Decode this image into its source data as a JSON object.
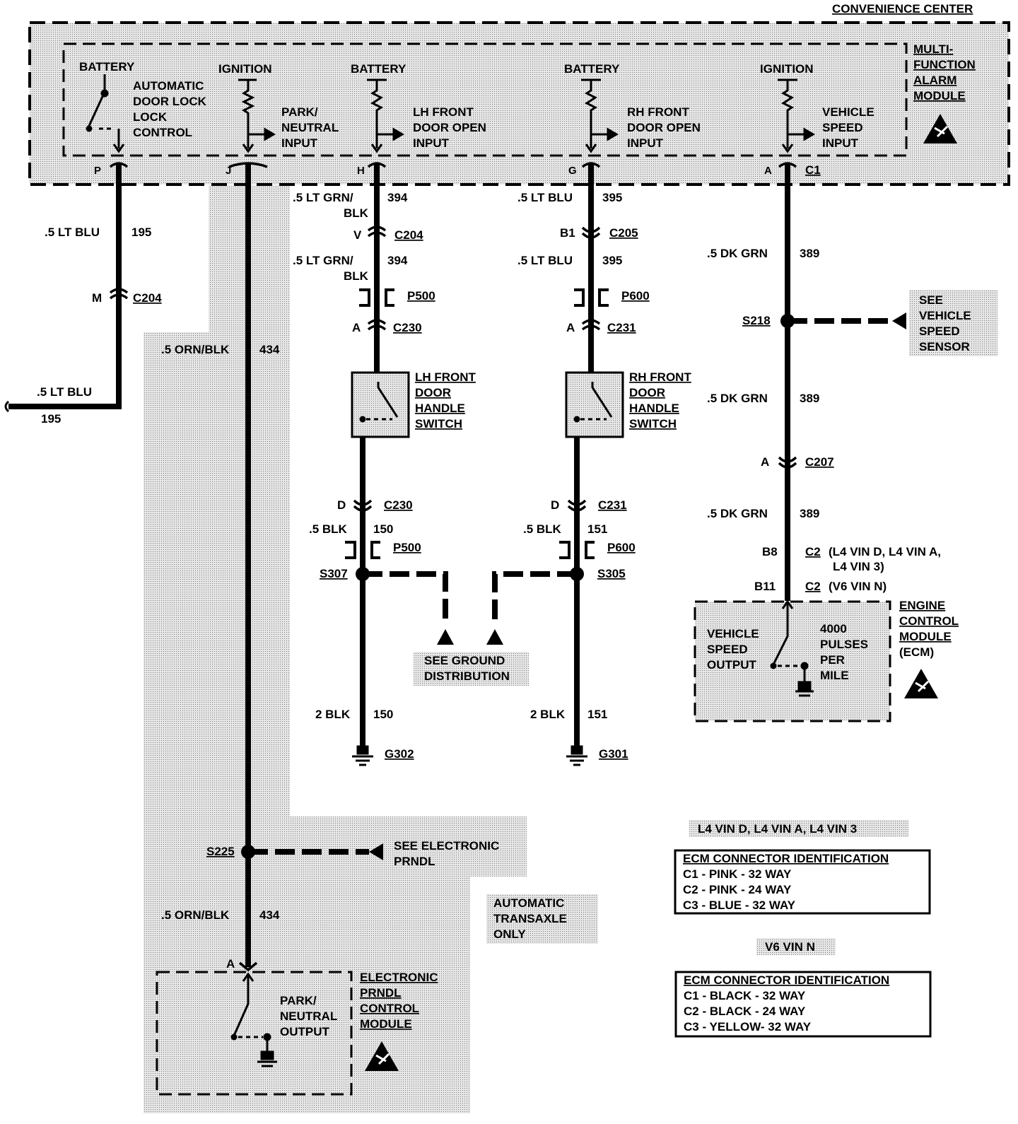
{
  "title": "CONVENIENCE CENTER",
  "mfam": {
    "name_lines": [
      "MULTI-",
      "FUNCTION",
      "ALARM",
      "MODULE"
    ],
    "battery": "BATTERY",
    "lock_lines": [
      "AUTOMATIC",
      "DOOR LOCK",
      "LOCK",
      "CONTROL"
    ],
    "ignition": "IGNITION",
    "park_lines": [
      "PARK/",
      "NEUTRAL",
      "INPUT"
    ],
    "battery_lh": "BATTERY",
    "lh_lines": [
      "LH FRONT",
      "DOOR OPEN",
      "INPUT"
    ],
    "battery_rh": "BATTERY",
    "rh_lines": [
      "RH FRONT",
      "DOOR OPEN",
      "INPUT"
    ],
    "ignition_vs": "IGNITION",
    "vs_lines": [
      "VEHICLE",
      "SPEED",
      "INPUT"
    ],
    "pins": [
      "P",
      "J",
      "H",
      "G",
      "A"
    ],
    "connector": "C1"
  },
  "wires": {
    "w195_a": ".5 LT BLU",
    "c195_a": "195",
    "pin_m": "M",
    "c204_m": "C204",
    "w195_b": ".5 LT BLU",
    "c195_b": "195",
    "w434_a": ".5 ORN/BLK",
    "c434_a": "434",
    "w434_b": ".5 ORN/BLK",
    "c434_b": "434",
    "w394_a1": ".5 LT GRN/",
    "w394_a2": "BLK",
    "c394_a": "394",
    "pin_v": "V",
    "c204_v": "C204",
    "w394_b1": ".5 LT GRN/",
    "w394_b2": "BLK",
    "c394_b": "394",
    "p500_a": "P500",
    "pin_a230": "A",
    "c230_a": "C230",
    "lh_switch": [
      "LH FRONT",
      "DOOR",
      "HANDLE",
      "SWITCH"
    ],
    "pin_d230": "D",
    "c230_d": "C230",
    "w150_a": ".5 BLK",
    "c150_a": "150",
    "p500_b": "P500",
    "s307": "S307",
    "w150_b": "2 BLK",
    "c150_b": "150",
    "g302": "G302",
    "w395_a": ".5 LT BLU",
    "c395_a": "395",
    "pin_b1": "B1",
    "c205": "C205",
    "w395_b": ".5 LT BLU",
    "c395_b": "395",
    "p600_a": "P600",
    "pin_a231": "A",
    "c231_a": "C231",
    "rh_switch": [
      "RH FRONT",
      "DOOR",
      "HANDLE",
      "SWITCH"
    ],
    "pin_d231": "D",
    "c231_d": "C231",
    "w151_a": ".5 BLK",
    "c151_a": "151",
    "p600_b": "P600",
    "s305": "S305",
    "w151_b": "2 BLK",
    "c151_b": "151",
    "g301": "G301",
    "ground_dist": [
      "SEE GROUND",
      "DISTRIBUTION"
    ],
    "w389_a": ".5 DK GRN",
    "c389_a": "389",
    "s218": "S218",
    "vss_ref": [
      "SEE",
      "VEHICLE",
      "SPEED",
      "SENSOR"
    ],
    "w389_b": ".5 DK GRN",
    "c389_b": "389",
    "pin_a207": "A",
    "c207": "C207",
    "w389_c": ".5 DK GRN",
    "c389_c": "389",
    "pin_b8": "B8",
    "c2_a": "C2",
    "c2_a_note": "(L4 VIN D, L4 VIN A,",
    "c2_a_note2": "L4 VIN 3)",
    "pin_b11": "B11",
    "c2_b": "C2",
    "c2_b_note": "(V6 VIN N)",
    "s225": "S225",
    "prndl_ref": [
      "SEE ELECTRONIC",
      "PRNDL"
    ],
    "auto_trans": [
      "AUTOMATIC",
      "TRANSAXLE",
      "ONLY"
    ],
    "pin_a_prndl": "A"
  },
  "ecm": {
    "name_lines": [
      "ENGINE",
      "CONTROL",
      "MODULE",
      "(ECM)"
    ],
    "vso_lines": [
      "VEHICLE",
      "SPEED",
      "OUTPUT"
    ],
    "pulses_lines": [
      "4000",
      "PULSES",
      "PER",
      "MILE"
    ]
  },
  "prndl_module": {
    "name_lines": [
      "ELECTRONIC",
      "PRNDL",
      "CONTROL",
      "MODULE"
    ],
    "out_lines": [
      "PARK/",
      "NEUTRAL",
      "OUTPUT"
    ]
  },
  "tables": [
    {
      "tag": "L4 VIN D, L4 VIN  A, L4 VIN 3",
      "header": "ECM CONNECTOR IDENTIFICATION",
      "rows": [
        "C1 - PINK - 32 WAY",
        "C2 - PINK - 24 WAY",
        "C3 - BLUE - 32 WAY"
      ]
    },
    {
      "tag": "V6 VIN N",
      "header": "ECM CONNECTOR IDENTIFICATION",
      "rows": [
        "C1 - BLACK - 32 WAY",
        "C2 - BLACK - 24 WAY",
        "C3 - YELLOW- 32 WAY"
      ]
    }
  ]
}
